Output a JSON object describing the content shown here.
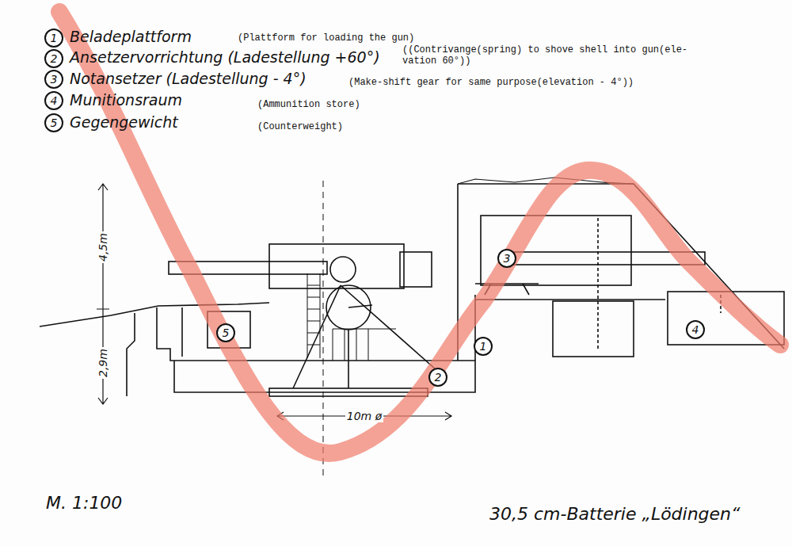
{
  "diagram": {
    "nodes": [
      {
        "text": [
          "1"
        ]
      },
      {
        "text": [
          "2"
        ]
      },
      {
        "text": [
          "3"
        ]
      },
      {
        "text": [
          "4"
        ]
      },
      {
        "text": [
          "5"
        ]
      },
      {
        "text": [
          "3"
        ]
      },
      {
        "text": [
          "5"
        ]
      },
      {
        "text": [
          "1"
        ]
      },
      {
        "text": [
          "2"
        ]
      },
      {
        "text": [
          "4"
        ]
      }
    ],
    "labels": [
      "Beladeplattform",
      "(Plattform for loading the gun)",
      "Ansetzervorrichtung (Ladestellung +60°)",
      "((Contrivange(spring) to shove shell into gun(ele- vation 60°))",
      "Notansetzer (Ladestellung - 4°)",
      "(Make-shift gear for same purpose(elevation - 4°))",
      "Munitionsraum",
      "(Ammunition store)",
      "Gegengewicht",
      "(Counterweight)",
      "4,5m",
      "2,9m",
      "10m ø",
      "M. 1:100",
      "30,5 cm-Batterie „Lödingen“"
    ]
  }
}
